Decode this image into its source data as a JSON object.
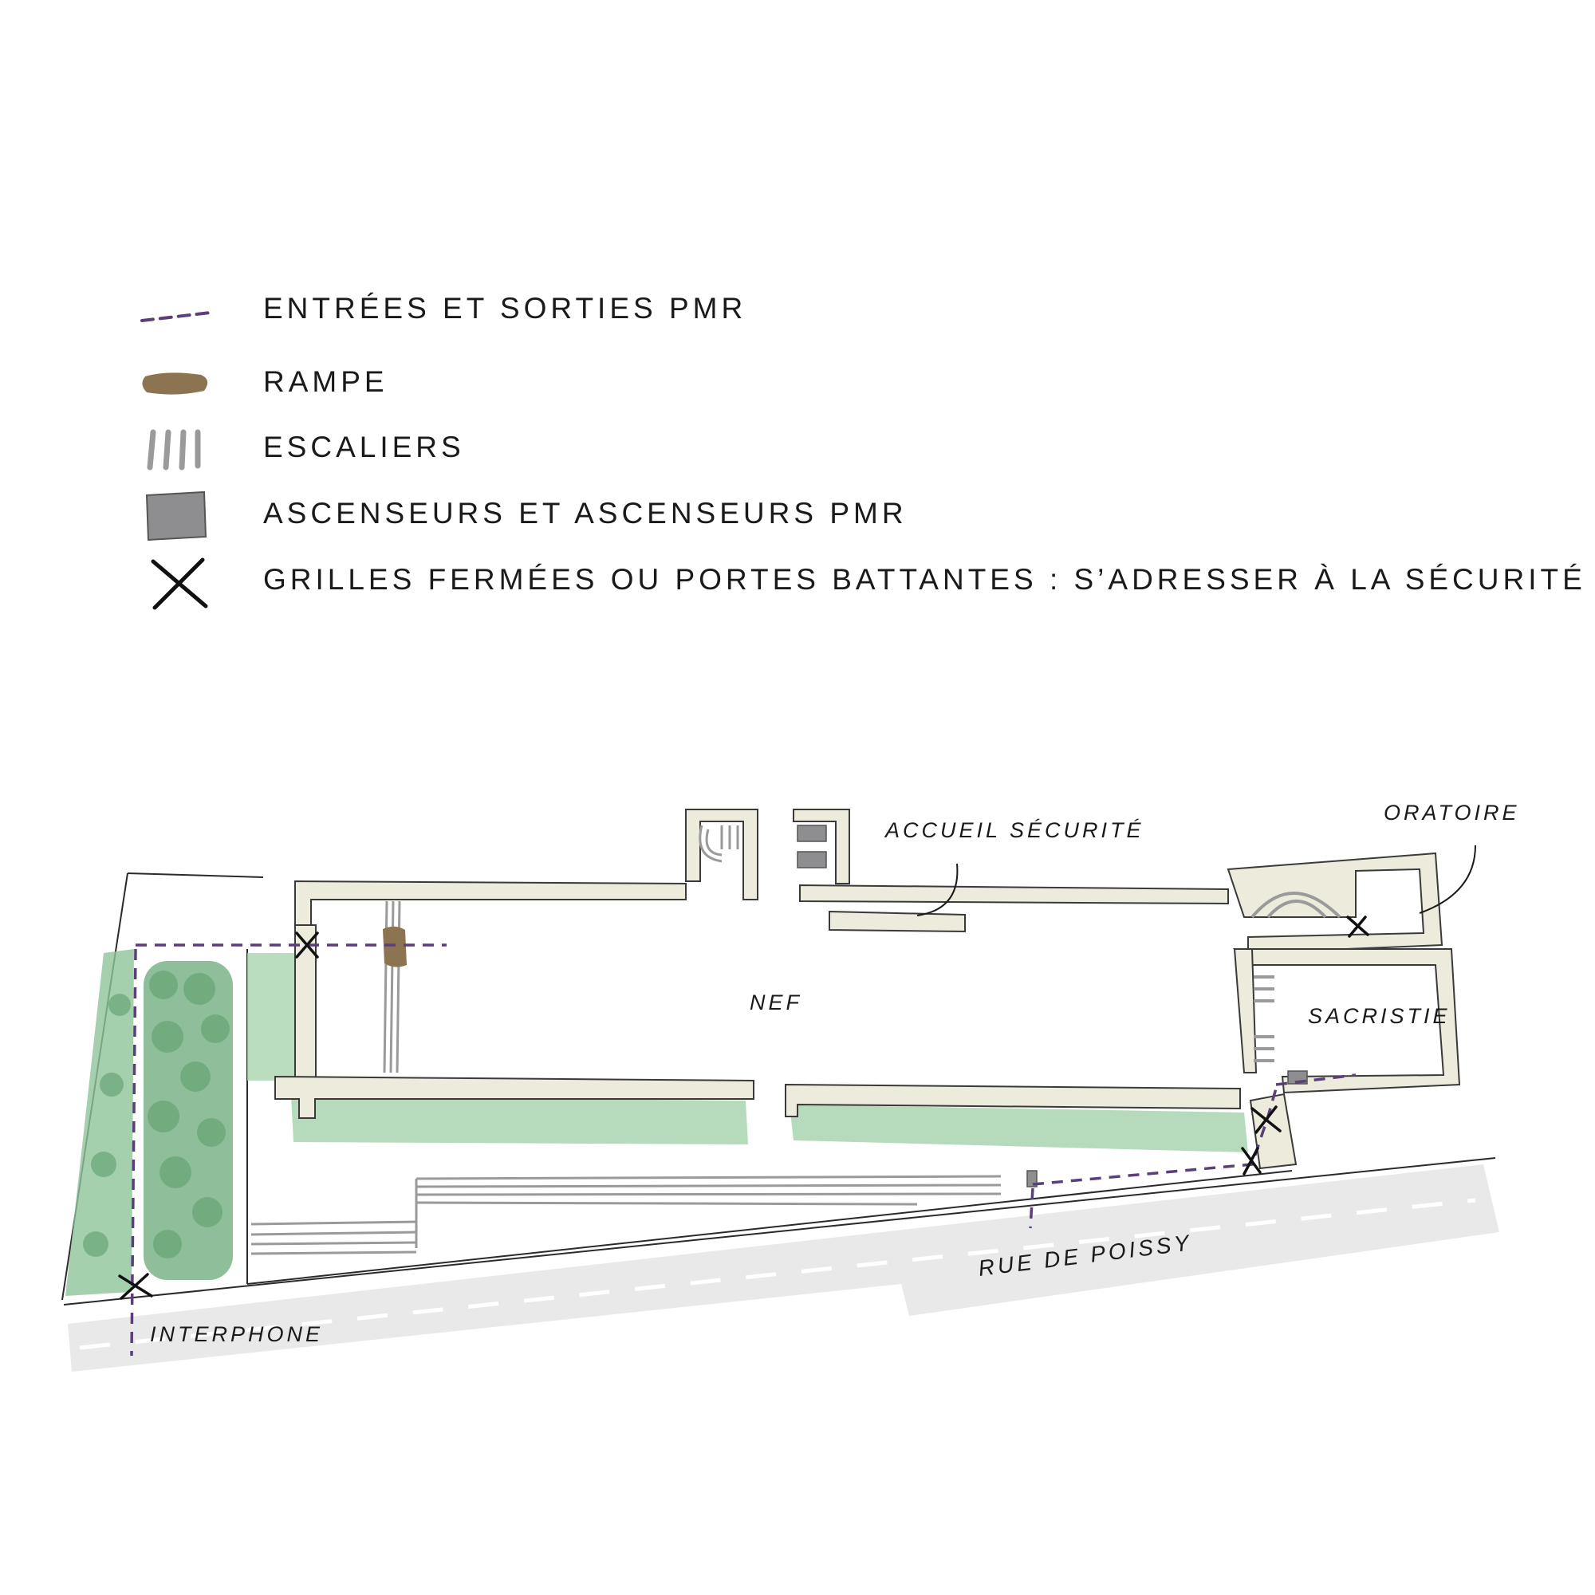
{
  "legend": {
    "items": [
      {
        "key": "pmr-path",
        "label": "ENTRÉES ET SORTIES PMR",
        "color": "#5a3f7a"
      },
      {
        "key": "ramp",
        "label": "RAMPE",
        "color": "#8c7450"
      },
      {
        "key": "stairs",
        "label": "ESCALIERS",
        "color": "#9a9a9a"
      },
      {
        "key": "elevator",
        "label": "ASCENSEURS ET ASCENSEURS PMR",
        "color": "#8e8e91"
      },
      {
        "key": "gate",
        "label": "GRILLES FERMÉES OU PORTES BATTANTES : S’ADRESSER À LA SÉCURITÉ",
        "color": "#111111"
      }
    ]
  },
  "plan": {
    "labels": {
      "accueil": "ACCUEIL SÉCURITÉ",
      "oratoire": "ORATOIRE",
      "nef": "NEF",
      "sacristie": "SACRISTIE",
      "rue": "RUE DE POISSY",
      "interphone": "INTERPHONE"
    },
    "colors": {
      "wall": "#ecebdc",
      "wall_edge": "#3a3a3a",
      "garden": "#8fc49a",
      "hedge": "#6aaa78",
      "street": "#e9e9ea"
    }
  }
}
